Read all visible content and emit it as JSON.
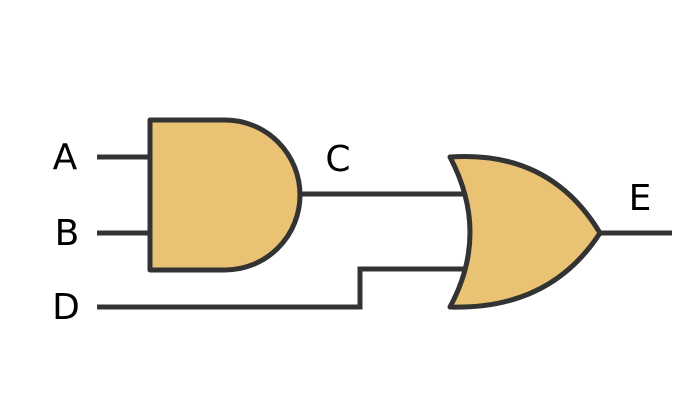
{
  "labels": {
    "a": "A",
    "b": "B",
    "c": "C",
    "d": "D",
    "e": "E"
  },
  "colors": {
    "gate_fill": "#E9C373",
    "stroke": "#333333",
    "text": "#000000",
    "background": "#ffffff"
  }
}
